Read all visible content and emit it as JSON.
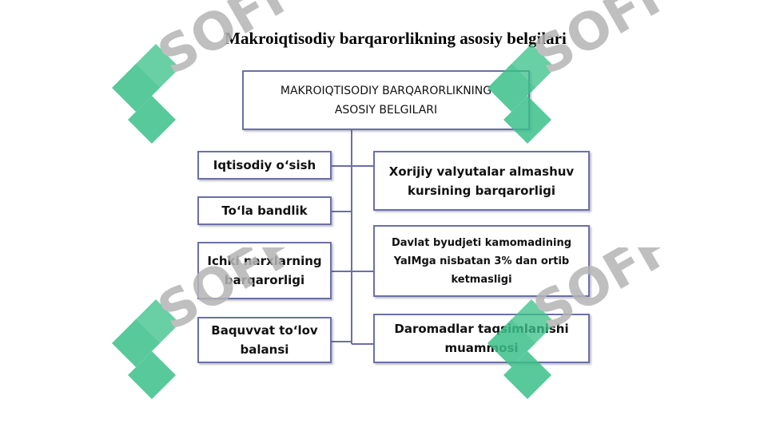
{
  "slide": {
    "title": "Makroiqtisodiy barqarorlikning asosiy belgilari"
  },
  "diagram": {
    "root": {
      "lines": [
        "MAKROIQTISODIY BARQARORLIKNING",
        "ASOSIY BELGILARI"
      ]
    },
    "left": [
      {
        "lines": [
          "Iqtisodiy o‘sish"
        ]
      },
      {
        "lines": [
          "To‘la bandlik"
        ]
      },
      {
        "lines": [
          "Ichki narxlarning",
          "barqarorligi"
        ]
      },
      {
        "lines": [
          "Baquvvat to‘lov",
          "balansi"
        ]
      }
    ],
    "right": [
      {
        "lines": [
          "Xorijiy valyutalar almashuv",
          "kursining barqarorligi"
        ]
      },
      {
        "lines": [
          "Davlat byudjeti kamomadining",
          "YaIMga nisbatan 3% dan ortib",
          "ketmasligi"
        ]
      },
      {
        "lines": [
          "Daromadlar taqsimlanishi",
          "muammosi"
        ]
      }
    ]
  },
  "colors": {
    "box_border": "#6b6fa8",
    "connector": "#6b6fa8",
    "watermark_green": "#3cc08a",
    "watermark_gray": "#b5b5b5"
  },
  "watermark": {
    "text": "SOFF"
  }
}
